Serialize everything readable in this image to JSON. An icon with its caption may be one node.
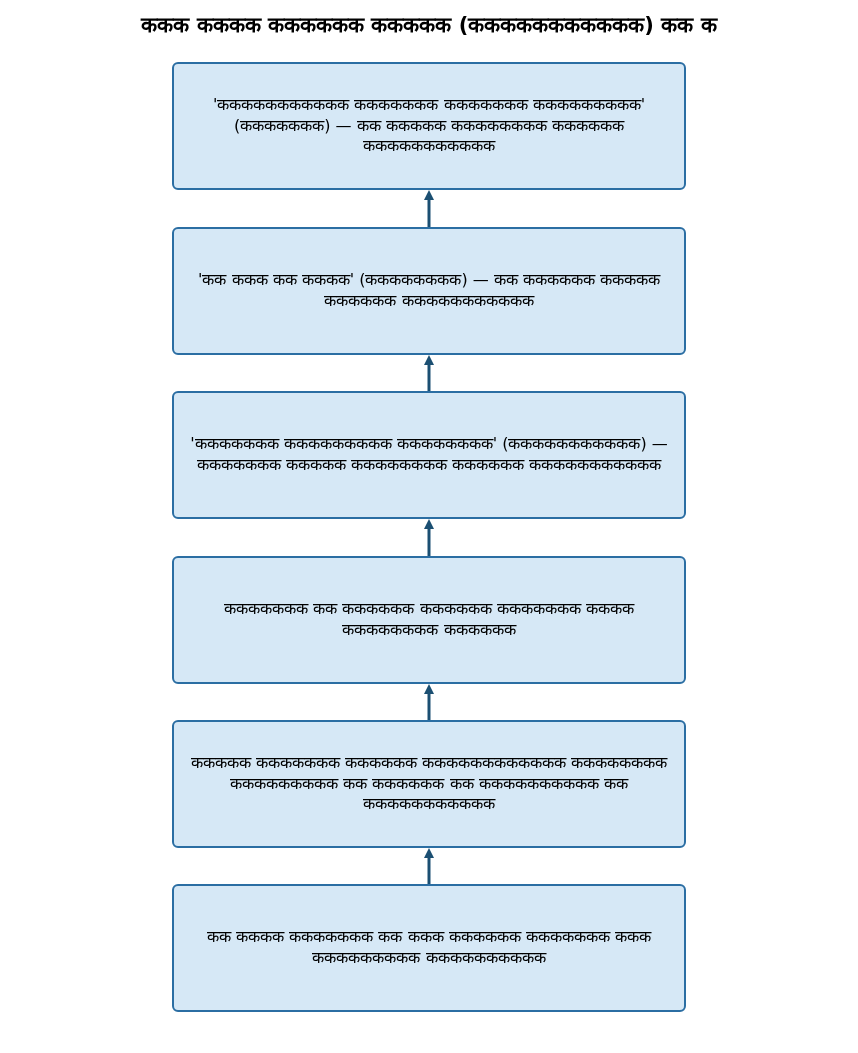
{
  "diagram": {
    "title": "ककक कककक कककककक ककककक (ककककककककककक) कक क",
    "nodes": [
      {
        "text": [
          "'ककककककककककक ककककककक ककककककक ककककककककक' (ककककककक) — कक ककककक कककककककक कककककक ककककककककककक"
        ]
      },
      {
        "text": [
          "'कक ककक कक कककक' (कककककककक) — कक कककककक ककककक कककककक ककककककककककक"
        ]
      },
      {
        "text": [
          "'ककककककक ककककककककक कककककककक' (ककककककककककक) — ककककककक ककककक कककककककक कककककक ककककककककककक"
        ]
      },
      {
        "text": [
          "ककककककक कक कककककक कककककक ककककककक कककक कककककककक कककककक"
        ]
      },
      {
        "text": [
          "ककककक ककककककक कककककक कककककककककककक कककककककक ककककककककक कक कककककक कक कककककककककक कक ककककककककककक"
        ]
      },
      {
        "text": [
          "कक कककक ककककककक कक ककक कककककक ककककककक ककक ककककककककक कककककककककक"
        ]
      }
    ],
    "edges": [
      {
        "from": 1,
        "to": 0,
        "arrow": "to"
      },
      {
        "from": 2,
        "to": 1,
        "arrow": "to"
      },
      {
        "from": 3,
        "to": 2,
        "arrow": "to"
      },
      {
        "from": 4,
        "to": 3,
        "arrow": "to"
      },
      {
        "from": 5,
        "to": 4,
        "arrow": "to"
      }
    ]
  }
}
